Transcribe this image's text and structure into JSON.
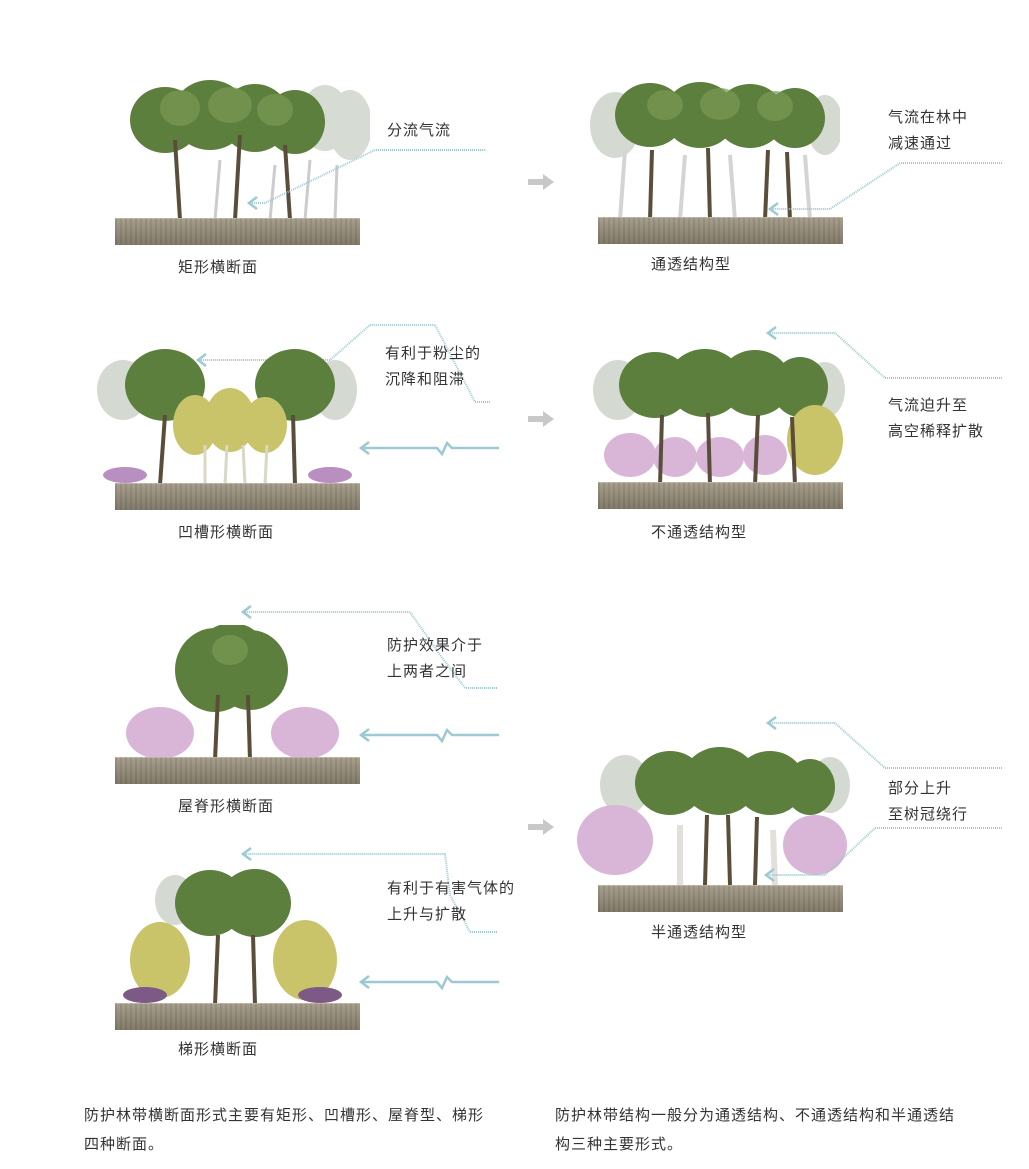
{
  "diagrams": {
    "rect": {
      "caption": "矩形横断面",
      "note": [
        "分流气流"
      ]
    },
    "permeable": {
      "caption": "通透结构型",
      "note": [
        "气流在林中",
        "减速通过"
      ]
    },
    "concave": {
      "caption": "凹槽形横断面",
      "note": [
        "有利于粉尘的",
        "沉降和阻滞"
      ]
    },
    "impermeable": {
      "caption": "不通透结构型",
      "note": [
        "气流迫升至",
        "高空稀释扩散"
      ]
    },
    "ridge": {
      "caption": "屋脊形横断面",
      "note": [
        "防护效果介于",
        "上两者之间"
      ]
    },
    "semi": {
      "caption": "半通透结构型",
      "note": [
        "部分上升",
        "至树冠绕行"
      ]
    },
    "trapezoid": {
      "caption": "梯形横断面",
      "note": [
        "有利于有害气体的",
        "上升与扩散"
      ]
    }
  },
  "footer": {
    "left": [
      "防护林带横断面形式主要有矩形、凹槽形、屋脊型、梯形",
      "四种断面。"
    ],
    "right": [
      "防护林带结构一般分为通透结构、不通透结构和半通透结",
      "构三种主要形式。"
    ]
  },
  "colors": {
    "airflow": "#9cc9d2",
    "ground": "#8e8674",
    "foliage": "#5d7f3e",
    "foliage_yellow": "#c9c46a",
    "shrub_purple": "#b88fc0",
    "connector_arrow": "#c8c8c8"
  }
}
